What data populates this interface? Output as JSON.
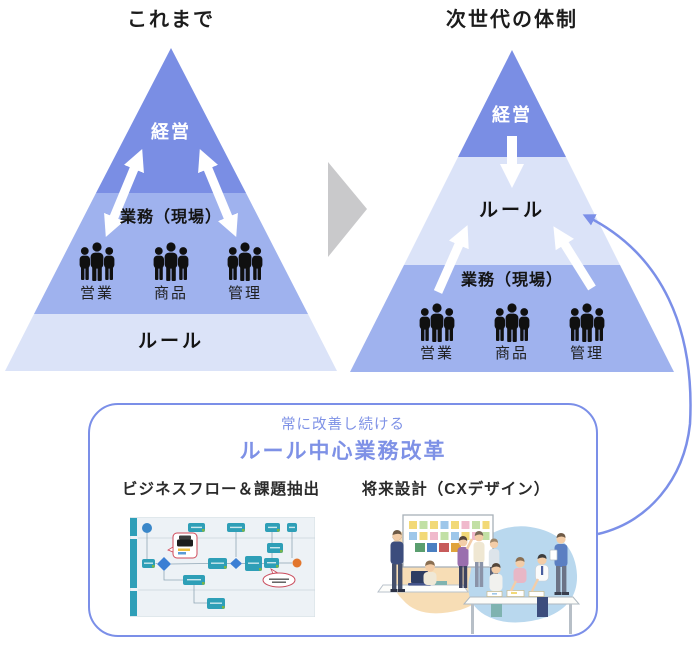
{
  "diagram": {
    "before": {
      "title": "これまで",
      "pyramid": {
        "top": "経営",
        "middle": "業務（現場）",
        "bottom": "ルール",
        "groups": [
          "営業",
          "商品",
          "管理"
        ]
      }
    },
    "after": {
      "title": "次世代の体制",
      "pyramid": {
        "top": "経営",
        "rule": "ルール",
        "middle": "業務（現場）",
        "groups": [
          "営業",
          "商品",
          "管理"
        ]
      }
    },
    "reform_box": {
      "subtitle": "常に改善し続ける",
      "title": "ルール中心業務改革",
      "flow_caption": "ビジネスフロー＆課題抽出",
      "cx_caption": "将来設計（CXデザイン）"
    },
    "colors": {
      "pyramid_top": "#7a8ee4",
      "pyramid_middle": "#9fb2ee",
      "pyramid_rule": "#dbe3f8",
      "accent_blue": "#7e91e6",
      "transition_arrow": "#c9c9cb"
    },
    "icons": {
      "people": "people-group-icon",
      "transition": "right-triangle-arrow-icon",
      "feedback": "curved-feedback-arrow-icon",
      "flow_image": "business-flow-chart-image",
      "cx_image": "cx-design-illustration"
    }
  }
}
